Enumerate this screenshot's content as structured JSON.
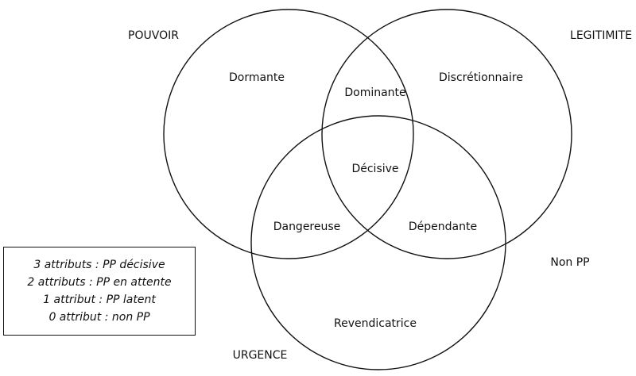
{
  "sets": {
    "pouvoir": "POUVOIR",
    "legitimite": "LEGITIMITE",
    "urgence": "URGENCE"
  },
  "regions": {
    "dormante": "Dormante",
    "discretionnaire": "Discrétionnaire",
    "dominante": "Dominante",
    "decisive": "Décisive",
    "dangereuse": "Dangereuse",
    "dependante": "Dépendante",
    "revendicatrice": "Revendicatrice"
  },
  "outside_label": "Non PP",
  "legend": [
    "3 attributs : PP décisive",
    "2 attributs : PP en attente",
    "1 attribut : PP latent",
    "0 attribut : non PP"
  ]
}
